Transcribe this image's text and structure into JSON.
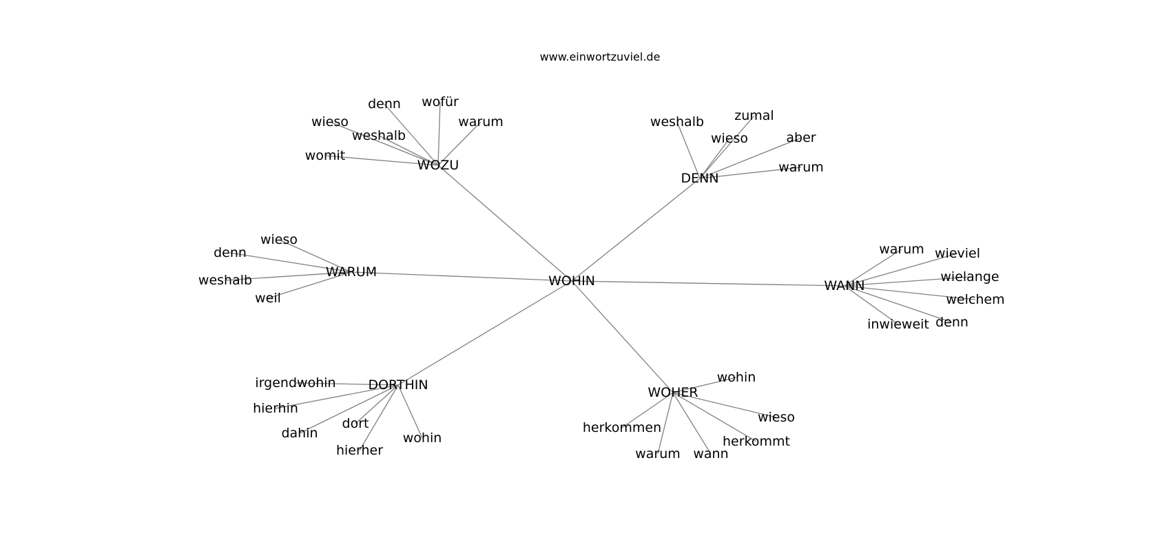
{
  "site": "www.einwortzuviel.de",
  "graph": {
    "center": "WOHIN",
    "hubs": [
      {
        "id": "wozu",
        "label": "WOZU",
        "words": [
          "denn",
          "wofür",
          "warum",
          "wieso",
          "weshalb",
          "womit"
        ]
      },
      {
        "id": "denn",
        "label": "DENN",
        "words": [
          "weshalb",
          "zumal",
          "wieso",
          "aber",
          "warum"
        ]
      },
      {
        "id": "warum",
        "label": "WARUM",
        "words": [
          "wieso",
          "denn",
          "weshalb",
          "weil"
        ]
      },
      {
        "id": "wann",
        "label": "WANN",
        "words": [
          "warum",
          "wieviel",
          "wielange",
          "welchem",
          "inwieweit",
          "denn"
        ]
      },
      {
        "id": "dorthin",
        "label": "DORTHIN",
        "words": [
          "irgendwohin",
          "hierhin",
          "dahin",
          "dort",
          "hierher",
          "wohin"
        ]
      },
      {
        "id": "woher",
        "label": "WOHER",
        "words": [
          "wohin",
          "wieso",
          "herkommen",
          "herkommt",
          "warum",
          "wann"
        ]
      }
    ]
  }
}
